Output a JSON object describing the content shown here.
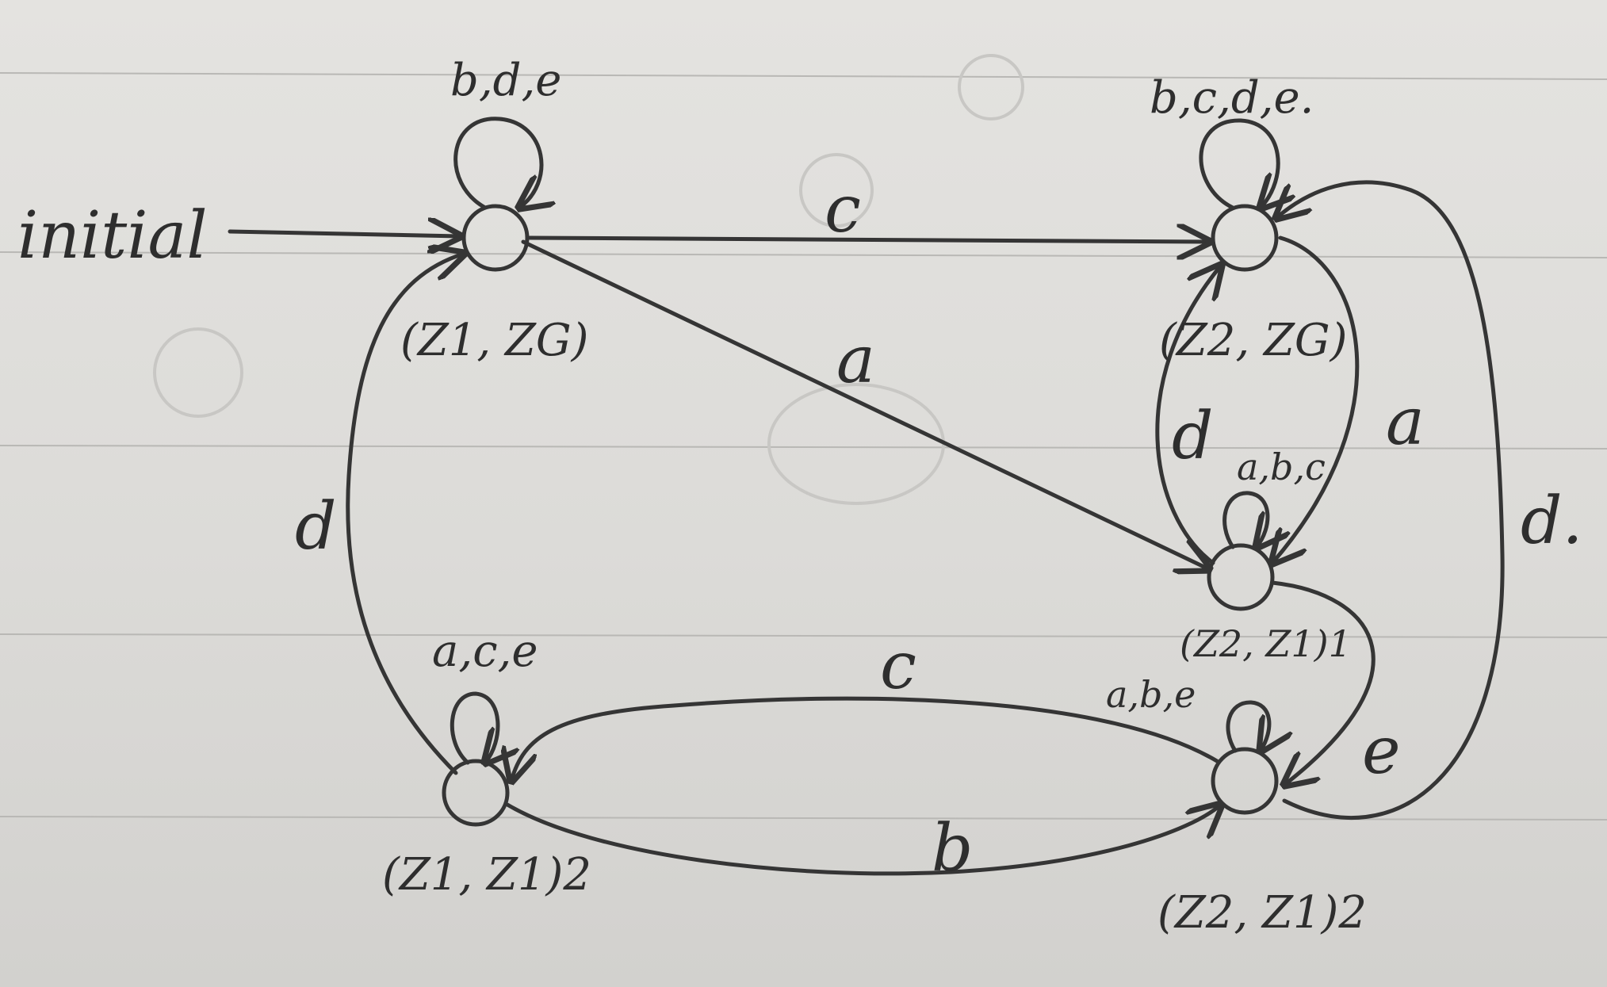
{
  "states": [
    {
      "id": "s1",
      "label": "(Z1, ZG)",
      "self_loop": "b,d,e"
    },
    {
      "id": "s2",
      "label": "(Z2, ZG)",
      "self_loop": "b,c,d,e."
    },
    {
      "id": "s3",
      "label": "(Z2, Z1)1",
      "self_loop": "a,b,c"
    },
    {
      "id": "s4",
      "label": "(Z1, Z1)2",
      "self_loop": "a,c,e"
    },
    {
      "id": "s5",
      "label": "(Z2, Z1)2",
      "self_loop": "a,b,e"
    }
  ],
  "initial_label": "initial",
  "transitions": [
    {
      "from": "s1",
      "to": "s2",
      "label": "c"
    },
    {
      "from": "s1",
      "to": "s3",
      "label": "a"
    },
    {
      "from": "s4",
      "to": "s1",
      "label": "d"
    },
    {
      "from": "s3",
      "to": "s2",
      "label": "d"
    },
    {
      "from": "s2",
      "to": "s3",
      "label": "a"
    },
    {
      "from": "s5",
      "to": "s2",
      "label": "d."
    },
    {
      "from": "s3",
      "to": "s5",
      "label": "e"
    },
    {
      "from": "s5",
      "to": "s4",
      "label": "c"
    },
    {
      "from": "s4",
      "to": "s5",
      "label": "b"
    }
  ]
}
